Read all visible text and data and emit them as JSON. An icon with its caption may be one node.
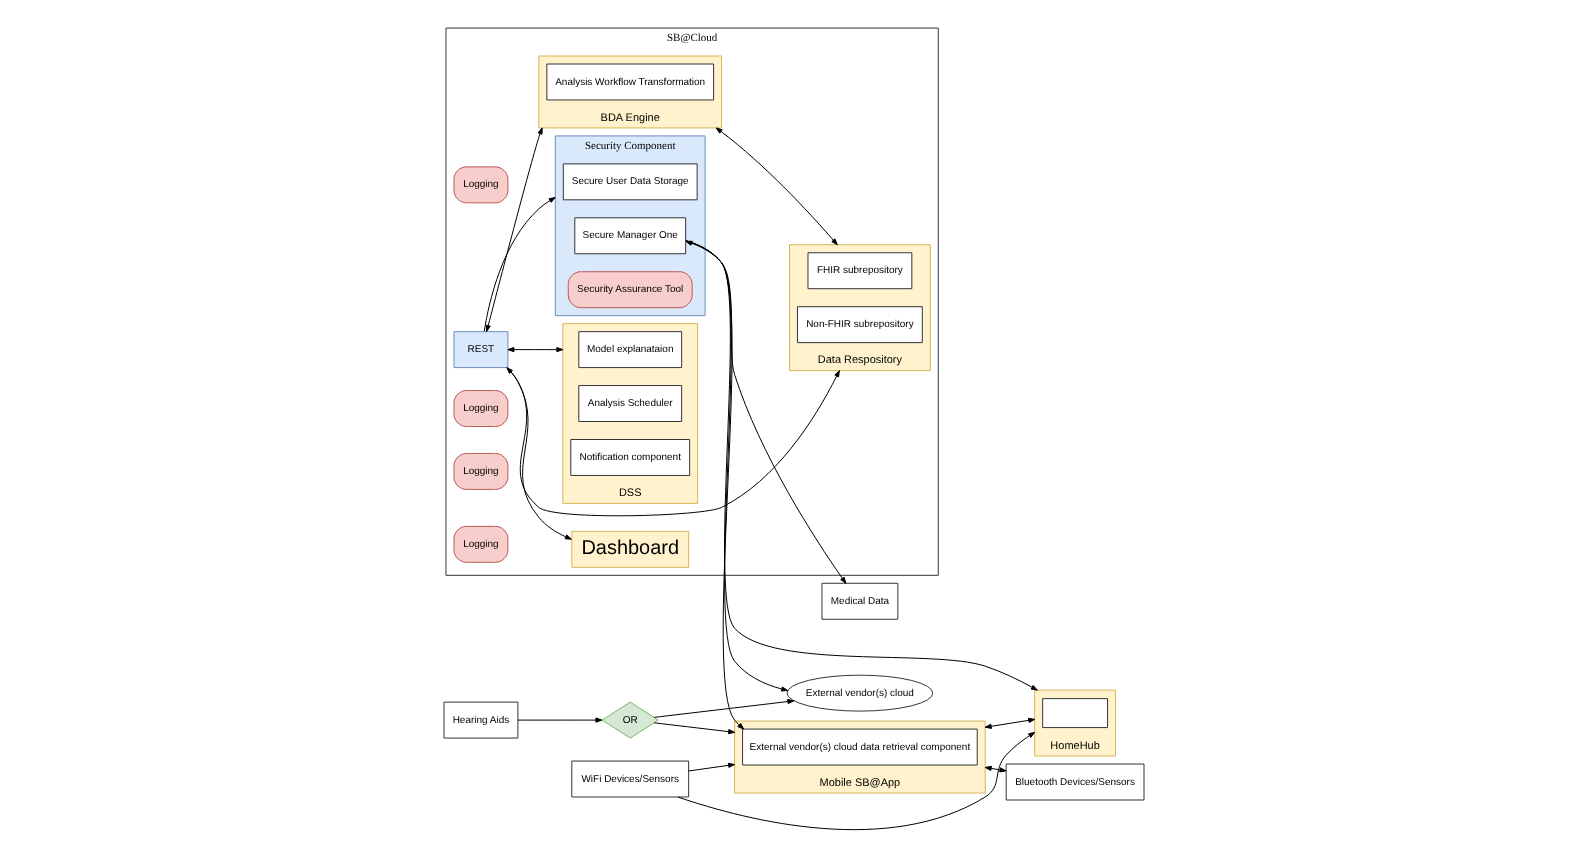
{
  "diagram": {
    "nodes": [
      {
        "text": [
          "SB@Cloud"
        ]
      },
      {
        "text": [
          "Dashboard"
        ],
        "in": 0
      },
      {
        "text": [
          "Logging"
        ],
        "in": 0
      },
      {
        "text": [
          "REST"
        ],
        "in": 0
      },
      {
        "text": [
          "BDA Engine"
        ],
        "in": 0
      },
      {
        "text": [
          "Analysis Workflow Transformation"
        ],
        "in": 4
      },
      {
        "text": [
          "Logging"
        ],
        "in": 0
      },
      {
        "text": [
          "DSS"
        ],
        "in": 0
      },
      {
        "text": [
          "Model explanataion"
        ],
        "in": 7
      },
      {
        "text": [
          "Analysis Scheduler"
        ],
        "in": 7
      },
      {
        "text": [
          "Notification component"
        ],
        "in": 7
      },
      {
        "text": [
          "Logging"
        ],
        "in": 0
      },
      {
        "text": [
          "Data Respository"
        ],
        "in": 0
      },
      {
        "text": [
          "FHIR subrepository"
        ],
        "in": 12
      },
      {
        "text": [
          "Non-FHIR subrepository"
        ],
        "in": 12
      },
      {
        "text": [
          "Logging"
        ],
        "in": 0
      },
      {
        "text": [
          "Security Component"
        ],
        "in": 0
      },
      {
        "text": [
          "Secure User Data Storage"
        ],
        "in": 16
      },
      {
        "text": [
          "Secure Manager One"
        ],
        "in": 16
      },
      {
        "text": [
          "Security Assurance Tool"
        ],
        "in": 16
      },
      {
        "text": [
          "Medical Data"
        ]
      },
      {
        "text": [
          "Mobile SB@App"
        ]
      },
      {
        "text": [
          "External vendor(s) cloud data retrieval component"
        ],
        "in": 21
      },
      {
        "text": [
          "Bluetooth Devices/Sensors"
        ]
      },
      {
        "text": [
          "WiFi Devices/Sensors"
        ]
      },
      {
        "text": [
          "HomeHub"
        ]
      },
      {
        "text": [],
        "shape": "box",
        "in": 25
      },
      {
        "text": [
          "Hearing Aids"
        ]
      },
      {
        "text": [
          "External vendor(s) cloud"
        ]
      },
      {
        "text": [
          "OR"
        ]
      }
    ],
    "edges": [
      {
        "from": 3,
        "to": 1,
        "arrow": "to"
      },
      {
        "from": 3,
        "to": 16,
        "arrow": "to"
      },
      {
        "from": 3,
        "to": 4,
        "arrow": "both"
      },
      {
        "from": 3,
        "to": 7,
        "arrow": "both"
      },
      {
        "from": 4,
        "to": 12,
        "arrow": "both"
      },
      {
        "from": 12,
        "to": 3,
        "arrow": "both"
      },
      {
        "from": 18,
        "to": 20,
        "arrow": "both"
      },
      {
        "from": 18,
        "to": 22,
        "arrow": "to"
      },
      {
        "from": 18,
        "to": 25,
        "arrow": "to"
      },
      {
        "from": 18,
        "to": 28,
        "arrow": "to"
      },
      {
        "from": 21,
        "to": 25,
        "arrow": "both"
      },
      {
        "from": 21,
        "to": 23,
        "arrow": "both"
      },
      {
        "from": 24,
        "to": 21,
        "arrow": "to"
      },
      {
        "from": 24,
        "to": 25,
        "arrow": "to"
      },
      {
        "from": 29,
        "to": 21,
        "arrow": "to"
      },
      {
        "from": 27,
        "to": 29,
        "arrow": "to"
      },
      {
        "from": 29,
        "to": 28,
        "arrow": "to"
      }
    ]
  }
}
